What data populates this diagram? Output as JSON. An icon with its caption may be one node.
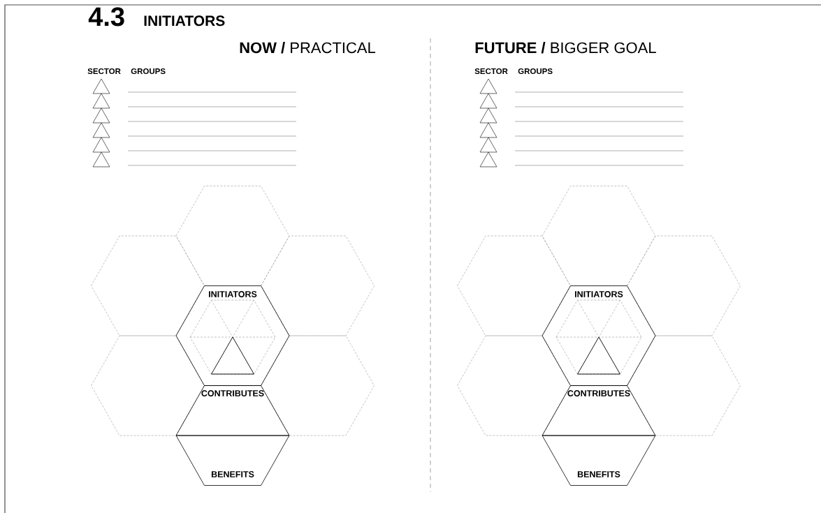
{
  "diagram": {
    "nodes": [
      {
        "text": [],
        "shape": "hexagon"
      },
      {
        "text": [],
        "shape": "hexagon"
      },
      {
        "text": [],
        "shape": "hexagon"
      },
      {
        "text": [
          "INITIATORS"
        ]
      },
      {
        "text": [],
        "shape": "hexagon"
      },
      {
        "text": [],
        "shape": "hexagon"
      },
      {
        "text": [
          "CONTRIBUTES"
        ]
      },
      {
        "text": [
          "BENEFITS"
        ]
      },
      {
        "text": [],
        "shape": "hexagon"
      },
      {
        "text": [],
        "shape": "hexagon"
      },
      {
        "text": [],
        "shape": "hexagon"
      },
      {
        "text": [
          "INITIATORS"
        ]
      },
      {
        "text": [],
        "shape": "hexagon"
      },
      {
        "text": [],
        "shape": "hexagon"
      },
      {
        "text": [
          "CONTRIBUTES"
        ]
      },
      {
        "text": [
          "BENEFITS"
        ]
      }
    ],
    "labels": [
      "4.3",
      "INITIATORS",
      "**NOW /** PRACTICAL",
      "SECTOR",
      "GROUPS",
      "**FUTURE /** BIGGER GOAL",
      "SECTOR",
      "GROUPS"
    ]
  }
}
